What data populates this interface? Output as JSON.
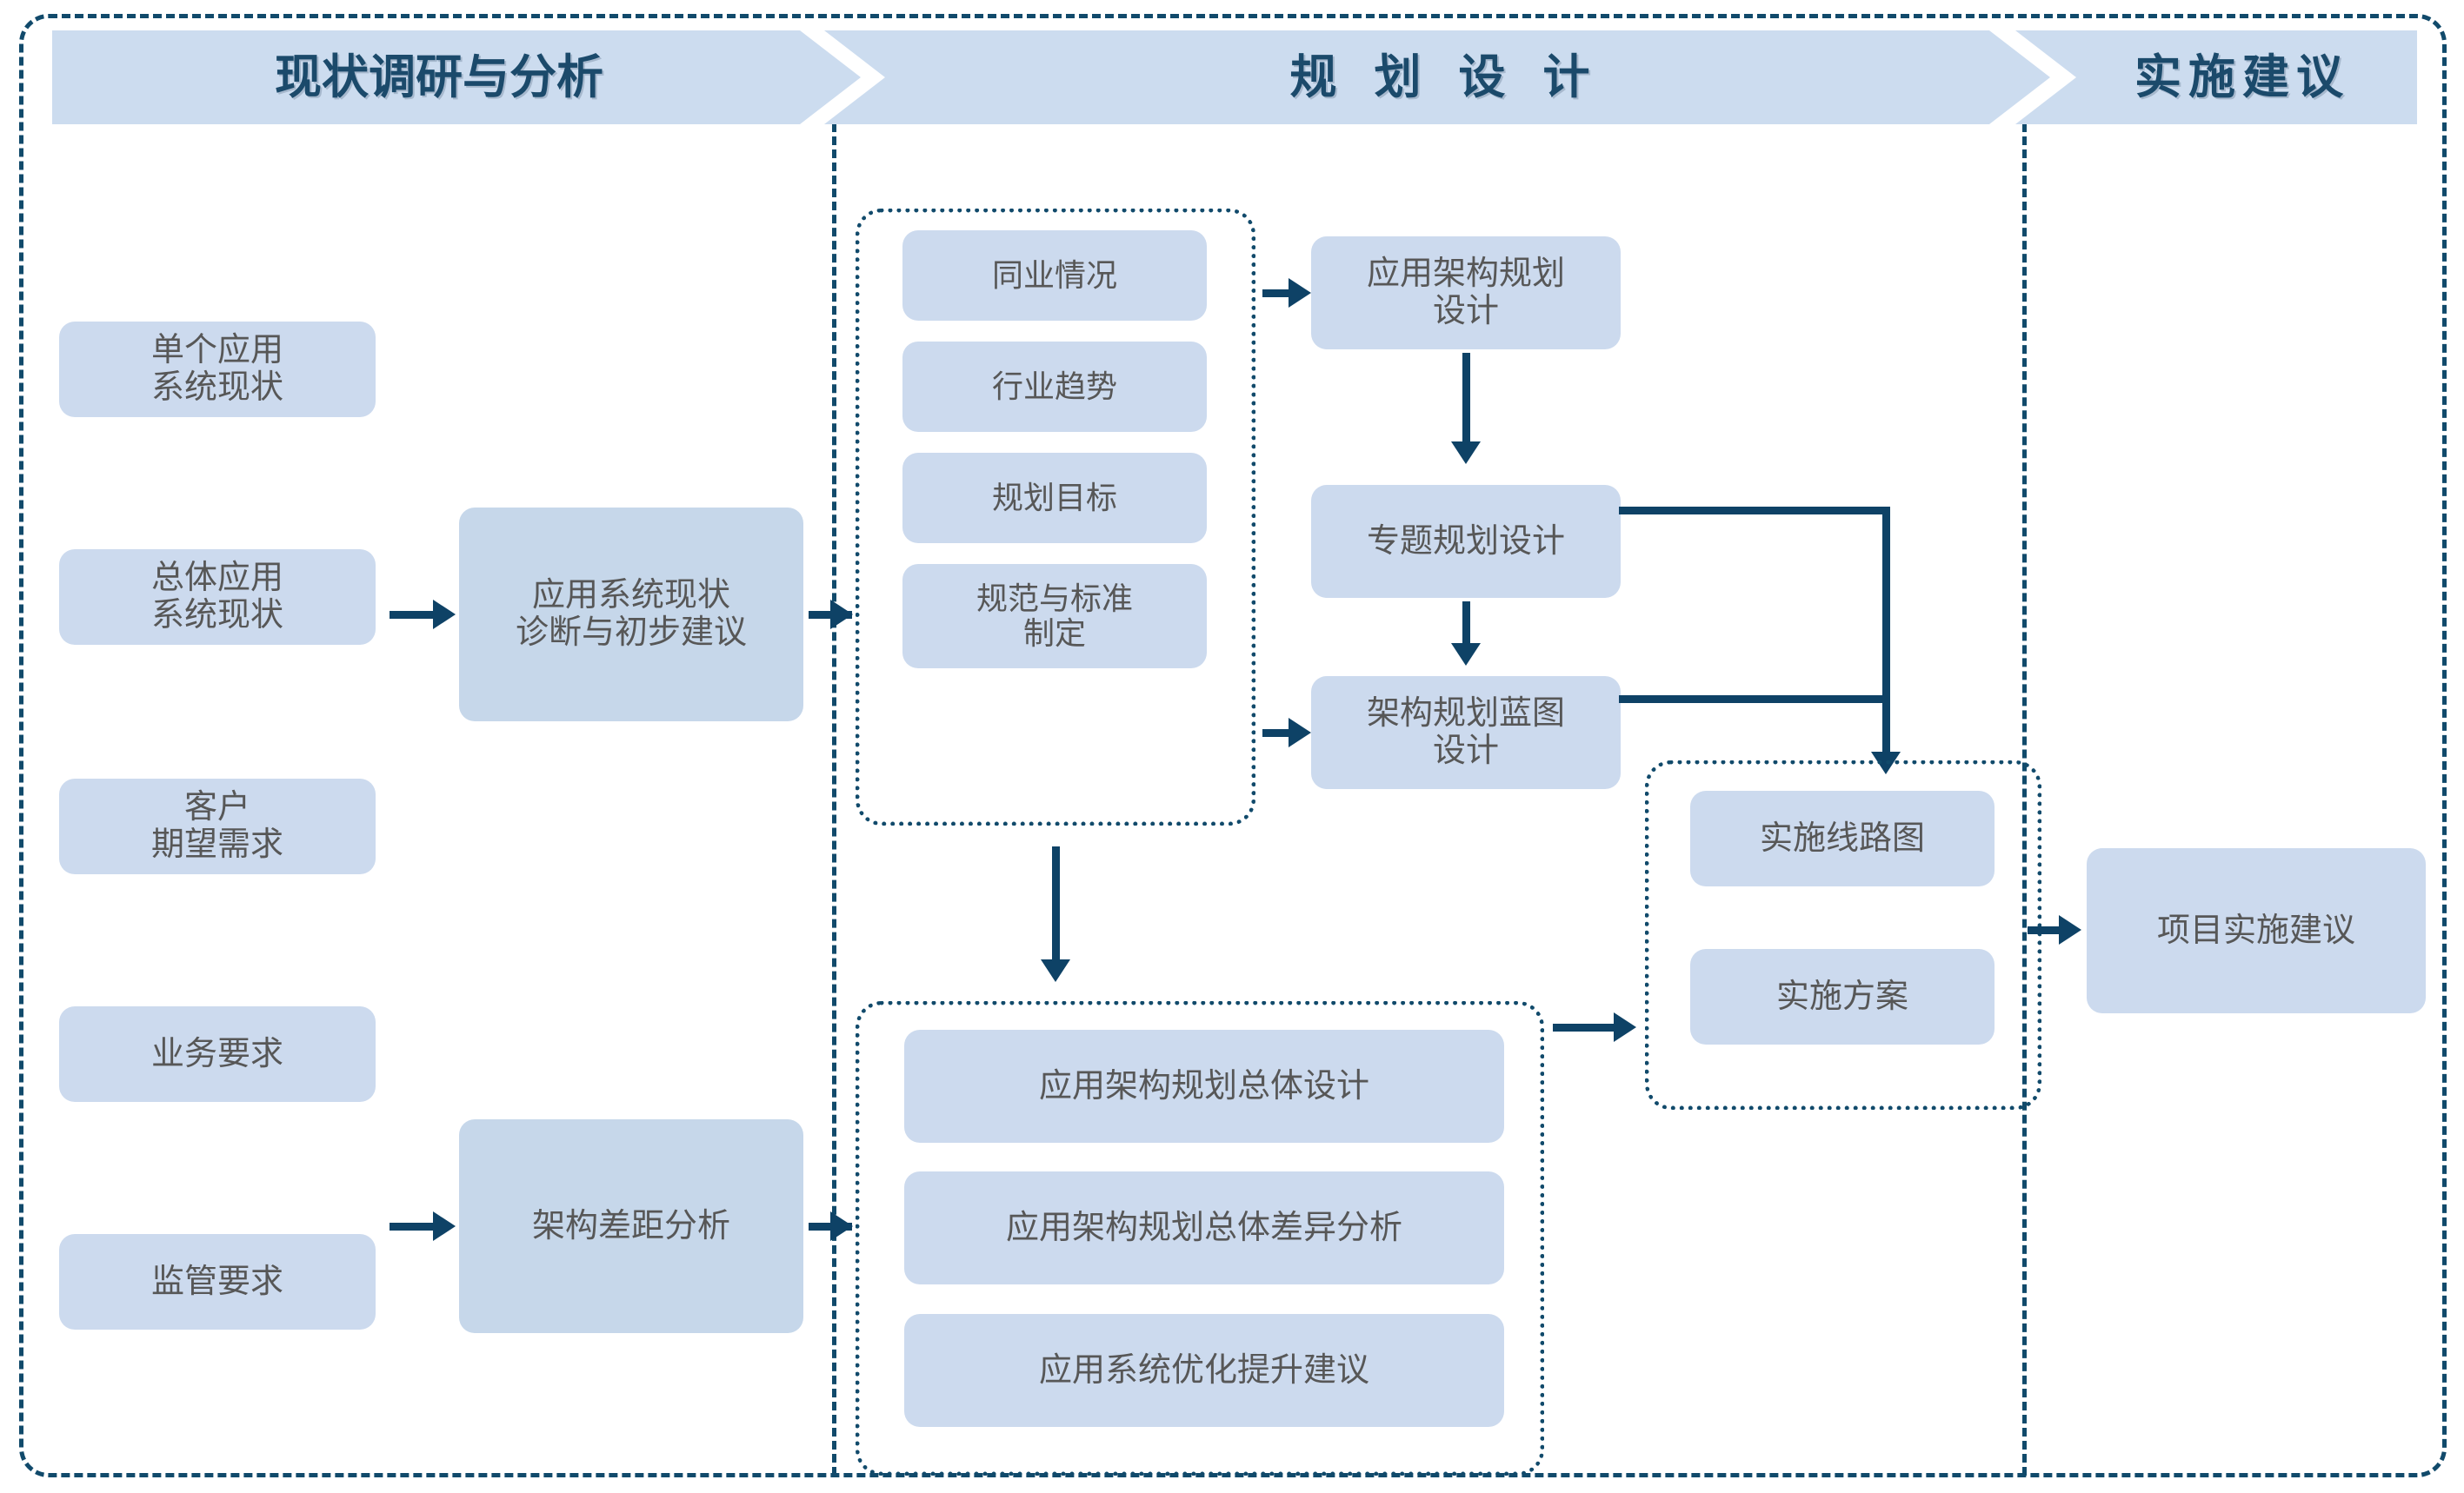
{
  "colors": {
    "node_fill": "#ccdaee",
    "node_fill_deep": "#c6d7ea",
    "banner_fill": "#ccdcef",
    "banner_text": "#1b4a6b",
    "node_text": "#575757",
    "connector": "#0e4266",
    "frame_border": "#114a6b",
    "background": "#ffffff"
  },
  "banners": [
    {
      "id": "b1",
      "label": "现状调研与分析"
    },
    {
      "id": "b2",
      "label": "规 划 设 计"
    },
    {
      "id": "b3",
      "label": "实施建议"
    }
  ],
  "phase1": {
    "inputs": [
      {
        "label": "单个应用\n系统现状"
      },
      {
        "label": "总体应用\n系统现状"
      },
      {
        "label": "客户\n期望需求"
      },
      {
        "label": "业务要求"
      },
      {
        "label": "监管要求"
      }
    ],
    "analysis": [
      {
        "label": "应用系统现状\n诊断与初步建议"
      },
      {
        "label": "架构差距分析"
      }
    ]
  },
  "phase2": {
    "inputs_group": [
      {
        "label": "同业情况"
      },
      {
        "label": "行业趋势"
      },
      {
        "label": "规划目标"
      },
      {
        "label": "规范与标准\n制定"
      }
    ],
    "design_chain": [
      {
        "label": "应用架构规划\n设计"
      },
      {
        "label": "专题规划设计"
      },
      {
        "label": "架构规划蓝图\n设计"
      }
    ],
    "overall_group": [
      {
        "label": "应用架构规划总体设计"
      },
      {
        "label": "应用架构规划总体差异分析"
      },
      {
        "label": "应用系统优化提升建议"
      }
    ],
    "implementation_group": [
      {
        "label": "实施线路图"
      },
      {
        "label": "实施方案"
      }
    ]
  },
  "phase3": {
    "outputs": [
      {
        "label": "项目实施建议"
      }
    ]
  }
}
